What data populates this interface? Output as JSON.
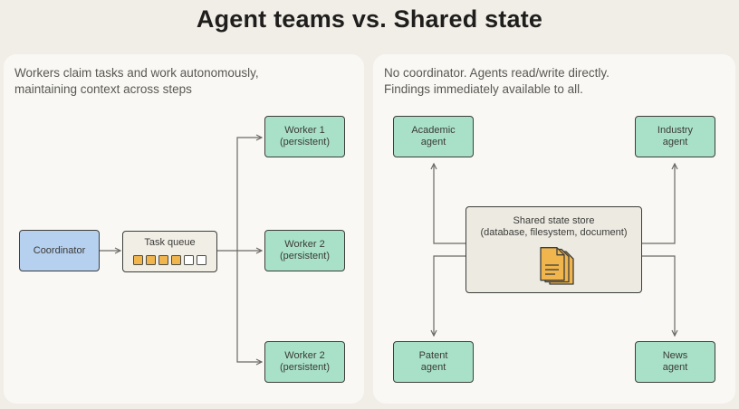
{
  "title": "Agent teams vs. Shared state",
  "left": {
    "caption": [
      "Workers claim tasks and work autonomously,",
      "maintaining context across steps"
    ],
    "coordinator": "Coordinator",
    "task_queue": {
      "label": "Task queue",
      "filled_slots": 4,
      "empty_slots": 2
    },
    "workers": [
      [
        "Worker 1",
        "(persistent)"
      ],
      [
        "Worker 2",
        "(persistent)"
      ],
      [
        "Worker 2",
        "(persistent)"
      ]
    ]
  },
  "right": {
    "caption": [
      "No coordinator. Agents read/write directly.",
      "Findings immediately available to all."
    ],
    "store": [
      "Shared state store",
      "(database, filesystem, document)"
    ],
    "agents": {
      "academic": [
        "Academic",
        "agent"
      ],
      "industry": [
        "Industry",
        "agent"
      ],
      "patent": [
        "Patent",
        "agent"
      ],
      "news": [
        "News",
        "agent"
      ]
    }
  },
  "colors": {
    "agent_fill": "#a9e1c8",
    "coordinator_fill": "#b6d0ef",
    "task_filled": "#f0b54d",
    "document_icon": "#f0b54d"
  }
}
